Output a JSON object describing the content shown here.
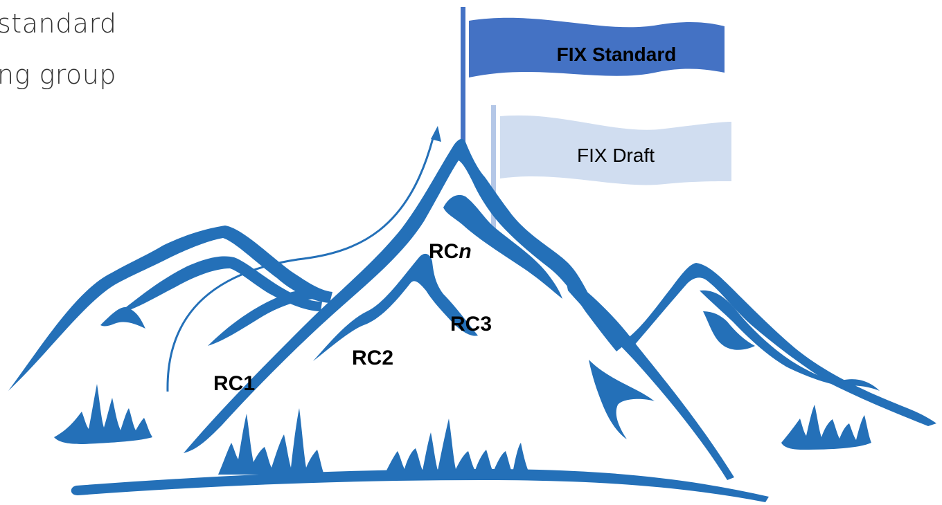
{
  "text_lines": [
    "standard",
    "ng group"
  ],
  "flags": {
    "standard": "FIX Standard",
    "draft": "FIX Draft"
  },
  "stages": {
    "rc1": "RC1",
    "rc2": "RC2",
    "rc3": "RC3",
    "rcn_prefix": "RC",
    "rcn_suffix": "n"
  },
  "colors": {
    "mountain": "#2470b8",
    "flag_standard": "#4472c4",
    "flag_draft": "#d0ddf0",
    "pole_draft": "#b4c7e7",
    "arrow": "#2470b8"
  }
}
